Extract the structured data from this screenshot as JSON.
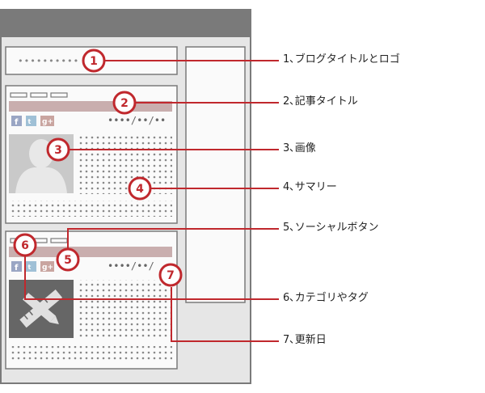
{
  "header": {
    "title_dots": "••••••••••"
  },
  "posts": [
    {
      "date": "••••/••/••",
      "social_icons": [
        "facebook-icon",
        "twitter-icon",
        "google-plus-icon"
      ],
      "image_icon": "person-silhouette-icon"
    },
    {
      "date": "••••/••/",
      "social_icons": [
        "facebook-icon",
        "twitter-icon",
        "google-plus-icon"
      ],
      "image_icon": "pencil-ruler-icon"
    }
  ],
  "callouts": [
    {
      "number": "1",
      "label": "1､ブログタイトルとロゴ"
    },
    {
      "number": "2",
      "label": "2､記事タイトル"
    },
    {
      "number": "3",
      "label": "3､画像"
    },
    {
      "number": "4",
      "label": "4､サマリー"
    },
    {
      "number": "5",
      "label": "5､ソーシャルボタン"
    },
    {
      "number": "6",
      "label": "6､カテゴリやタグ"
    },
    {
      "number": "7",
      "label": "7､更新日"
    }
  ],
  "colors": {
    "accent_red": "#c0282d",
    "frame_gray": "#7a7a7a",
    "title_bar": "#c9aeae",
    "dots": "#888888"
  }
}
